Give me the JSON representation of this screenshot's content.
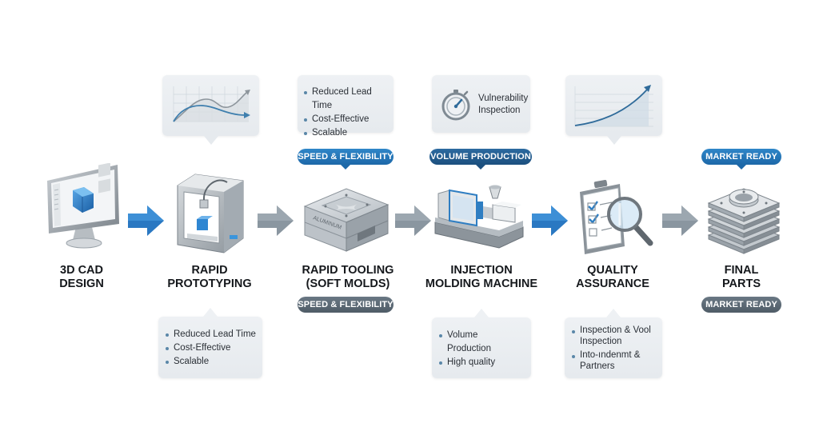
{
  "diagram": {
    "type": "process-flow",
    "stages": [
      {
        "id": "cad",
        "title_line1": "3D CAD",
        "title_line2": "DESIGN",
        "icon": "monitor-with-cube-icon"
      },
      {
        "id": "prototyping",
        "title_line1": "RAPID",
        "title_line2": "PROTOTYPING",
        "icon": "3d-printer-icon"
      },
      {
        "id": "tooling",
        "title_line1": "RAPID TOOLING",
        "title_line2": "(SOFT MOLDS)",
        "icon": "aluminum-mold-icon",
        "mold_label": "ALUMINUM"
      },
      {
        "id": "molding",
        "title_line1": "INJECTION",
        "title_line2": "MOLDING MACHINE",
        "icon": "injection-molding-machine-icon"
      },
      {
        "id": "qa",
        "title_line1": "QUALITY",
        "title_line2": "ASSURANCE",
        "icon": "clipboard-magnifier-icon"
      },
      {
        "id": "final",
        "title_line1": "FINAL",
        "title_line2": "PARTS",
        "icon": "stacked-plates-icon"
      }
    ],
    "arrows": [
      {
        "from": "cad",
        "to": "prototyping",
        "color": "#2a78c2"
      },
      {
        "from": "prototyping",
        "to": "tooling",
        "color": "#8a96a0"
      },
      {
        "from": "tooling",
        "to": "molding",
        "color": "#8a96a0"
      },
      {
        "from": "molding",
        "to": "qa",
        "color": "#2a78c2"
      },
      {
        "from": "qa",
        "to": "final",
        "color": "#8a96a0"
      }
    ],
    "top_callouts": {
      "prototyping": {
        "type": "chart",
        "icon": "line-chart-icon"
      },
      "tooling": {
        "type": "list",
        "items": [
          "Reduced Lead Time",
          "Cost-Effective",
          "Scalable"
        ]
      },
      "molding": {
        "type": "icon-text",
        "icon": "stopwatch-icon",
        "text_line1": "Vulnerability",
        "text_line2": "Inspection"
      },
      "qa": {
        "type": "chart",
        "icon": "growth-chart-icon"
      }
    },
    "top_pills": {
      "tooling": "SPEED & FLEXIBILITY",
      "molding": "VOLUME PRODUCTION",
      "final": "MARKET READY"
    },
    "bottom_pills": {
      "tooling": "SPEED & FLEXIBILITY",
      "final": "MARKET READY"
    },
    "bottom_callouts": {
      "prototyping": {
        "items": [
          "Reduced Lead Time",
          "Cost-Effective",
          "Scalable"
        ]
      },
      "molding": {
        "items": [
          "Volume Production",
          "High quality"
        ]
      },
      "qa": {
        "items": [
          "Inspection & Vool Inspection",
          "Into-ındenmt & Partners"
        ]
      }
    }
  },
  "colors": {
    "accent_blue": "#2a78c2",
    "navy": "#1c4f7e",
    "pill_grey": "#56636e",
    "arrow_grey": "#8a96a0",
    "callout_bg": "#e9edf1"
  }
}
